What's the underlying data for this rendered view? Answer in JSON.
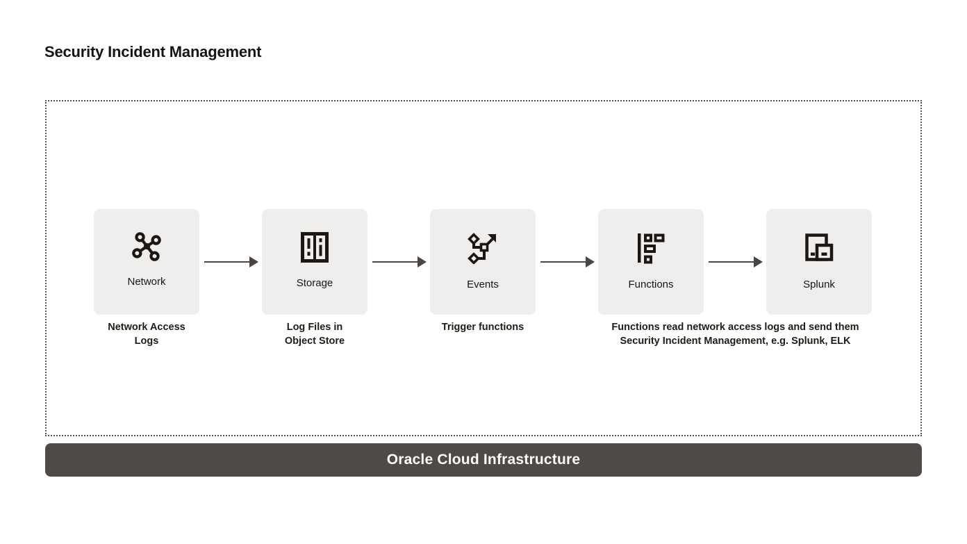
{
  "page": {
    "title": "Security Incident Management"
  },
  "nodes": [
    {
      "label": "Network",
      "icon": "network-icon"
    },
    {
      "label": "Storage",
      "icon": "storage-icon"
    },
    {
      "label": "Events",
      "icon": "events-icon"
    },
    {
      "label": "Functions",
      "icon": "functions-icon"
    },
    {
      "label": "Splunk",
      "icon": "splunk-icon"
    }
  ],
  "captions": [
    {
      "text": "Network Access\nLogs"
    },
    {
      "text": "Log Files in\nObject Store"
    },
    {
      "text": "Trigger functions"
    },
    {
      "text": "Functions read network access logs and send them\nSecurity Incident Management, e.g. Splunk, ELK"
    }
  ],
  "footer": {
    "label": "Oracle Cloud Infrastructure"
  },
  "colors": {
    "box_fill": "#EFEEEC",
    "footer_bg": "#4E4A45",
    "ink": "#161513",
    "arrow": "#4A4540",
    "caption_text": "#211C15",
    "border_dots": "#55514C"
  }
}
